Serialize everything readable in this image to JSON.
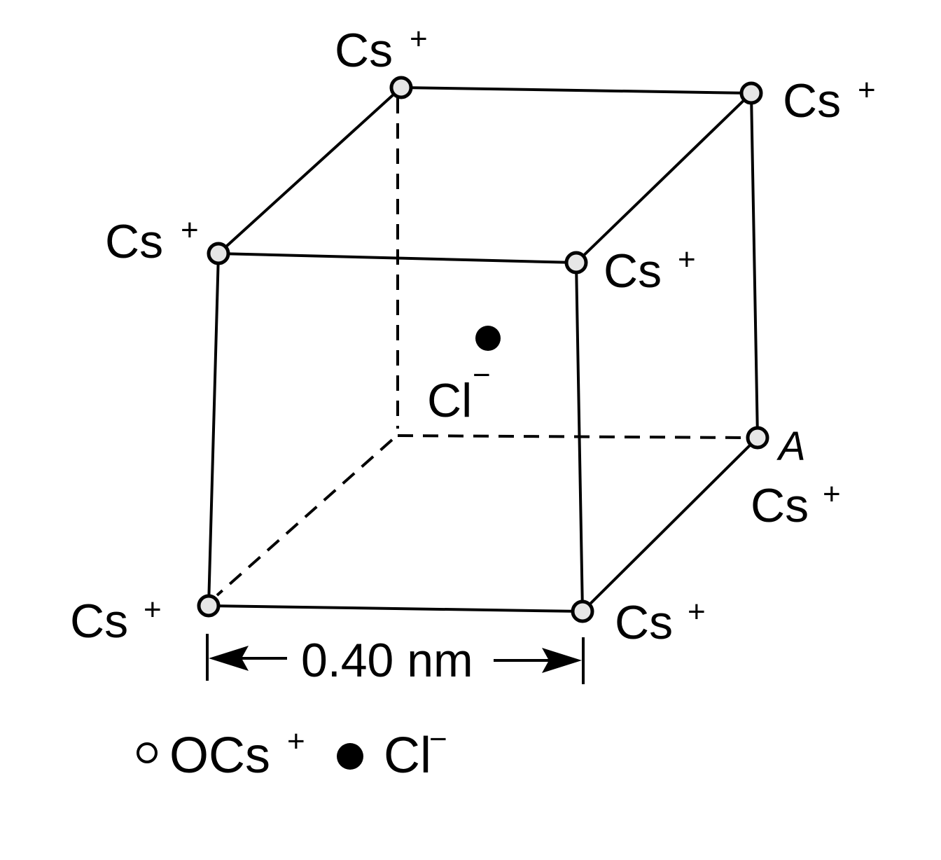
{
  "ions": {
    "cation_label": "Cs",
    "cation_charge": "+",
    "anion_label": "Cl",
    "anion_charge": "−"
  },
  "corner_marker": "A",
  "dimension": "0.40 nm",
  "legend": {
    "cation_text": "OCs",
    "cation_charge": "+",
    "anion_text": "Cl",
    "anion_charge": "−"
  },
  "colors": {
    "line": "#000000",
    "cation_fill": "#e6e6e6",
    "anion_fill": "#000000"
  }
}
